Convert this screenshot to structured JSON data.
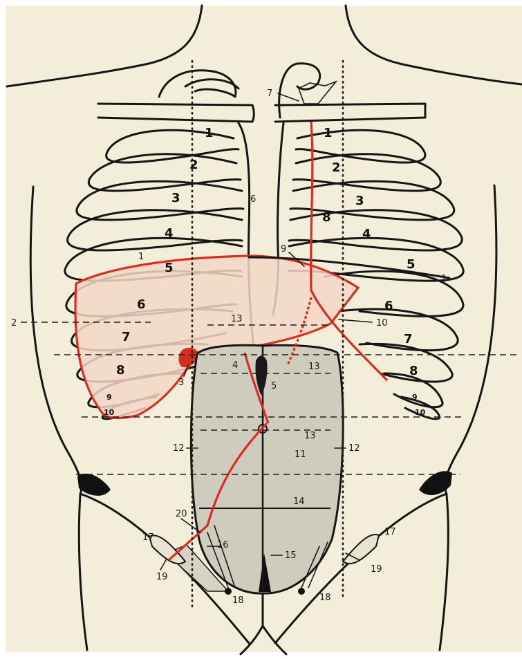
{
  "figure": {
    "colors": {
      "paper": "#f3eed9",
      "outline": "#161616",
      "highlight_red": "#d62f22",
      "liver_fill": "#f3d6c6",
      "stipple": "#cfcbbd"
    },
    "rib_numbers_right": [
      "1",
      "2",
      "3",
      "4",
      "5",
      "6",
      "7",
      "8",
      "9",
      "10"
    ],
    "rib_numbers_left": [
      "1",
      "2",
      "3",
      "8",
      "4",
      "5",
      "6",
      "7",
      "8",
      "9",
      "10"
    ],
    "callouts": {
      "n1": "1",
      "n2": "2",
      "n3": "3",
      "n4": "4",
      "n5": "5",
      "n6": "6",
      "n7": "7",
      "n9": "9",
      "n10": "10",
      "n11": "11",
      "n12": "12",
      "n13": "13",
      "n14": "14",
      "n15": "15",
      "n16": "16",
      "n17": "17",
      "n18": "18",
      "n19": "19",
      "n20": "20"
    }
  }
}
